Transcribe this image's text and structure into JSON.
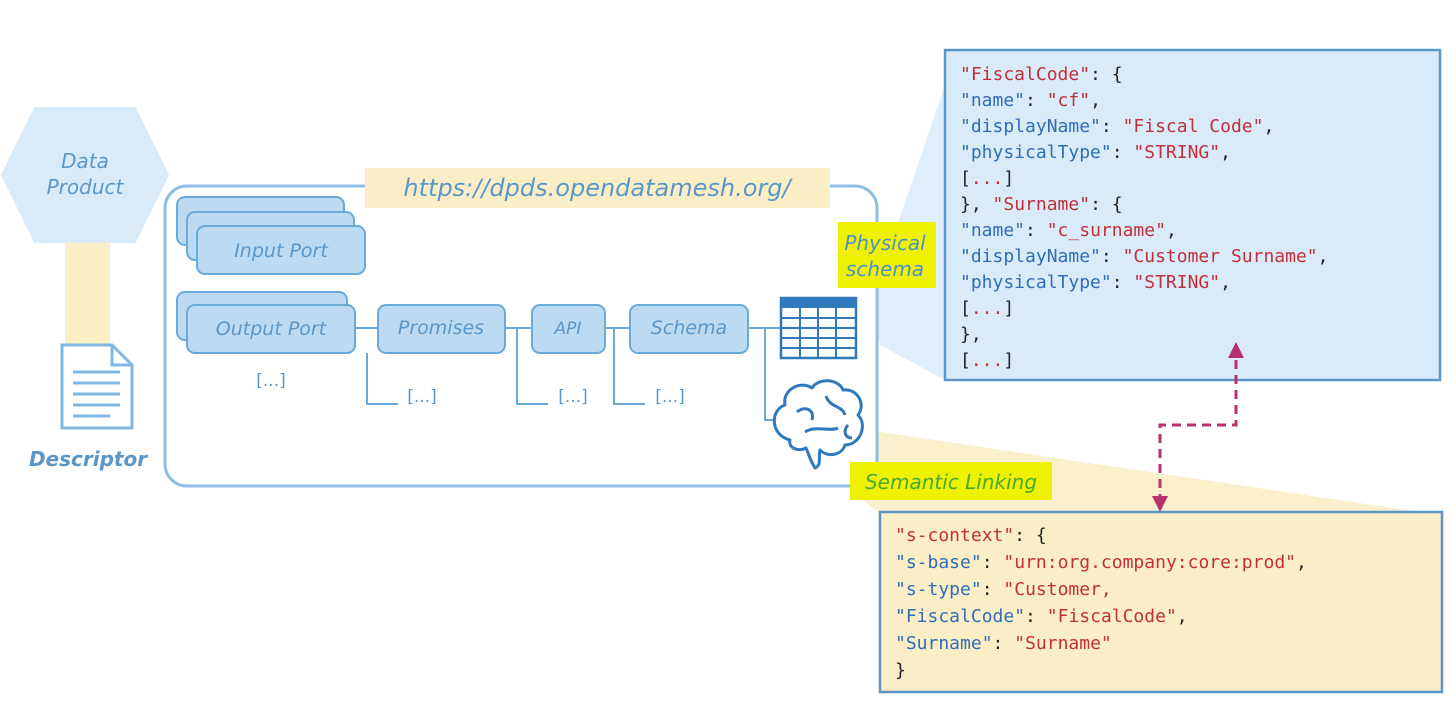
{
  "hexagon": {
    "line1": "Data",
    "line2": "Product"
  },
  "descriptor_label": "Descriptor",
  "url": "https://dpds.opendatamesh.org/",
  "ports": {
    "input": "Input Port",
    "output": "Output Port",
    "promises": "Promises",
    "api": "API",
    "schema": "Schema",
    "ellipsis": "[...]"
  },
  "physical_label": {
    "line1": "Physical",
    "line2": "schema"
  },
  "semantic_label": "Semantic Linking",
  "physical_code": [
    "\"FiscalCode\": {",
    "    \"name\": \"cf\",",
    "    \"displayName\": \"Fiscal Code\",",
    "    \"physicalType\": \"STRING\",",
    "    [...]",
    "}, \"Surname\": {",
    "    \"name\": \"c_surname\",",
    "    \"displayName\": \"Customer Surname\",",
    "    \"physicalType\": \"STRING\",",
    "    [...]",
    "},",
    "[...]"
  ],
  "semantic_code": [
    "\"s-context\": {",
    "    \"s-base\": \"urn:org.company:core:prod\",",
    "    \"s-type\": \"Customer,",
    "    \"FiscalCode\": \"FiscalCode\",",
    "    \"Surname\": \"Surname\"",
    "}"
  ],
  "colors": {
    "blue_fill": "#bcdaf2",
    "blue_stroke": "#6aaad8",
    "blue_text": "#5a97c9",
    "beige": "#fbeec6",
    "beige_stroke": "#5a97c9",
    "highlight": "#eef200",
    "arrow": "#b8326e"
  }
}
